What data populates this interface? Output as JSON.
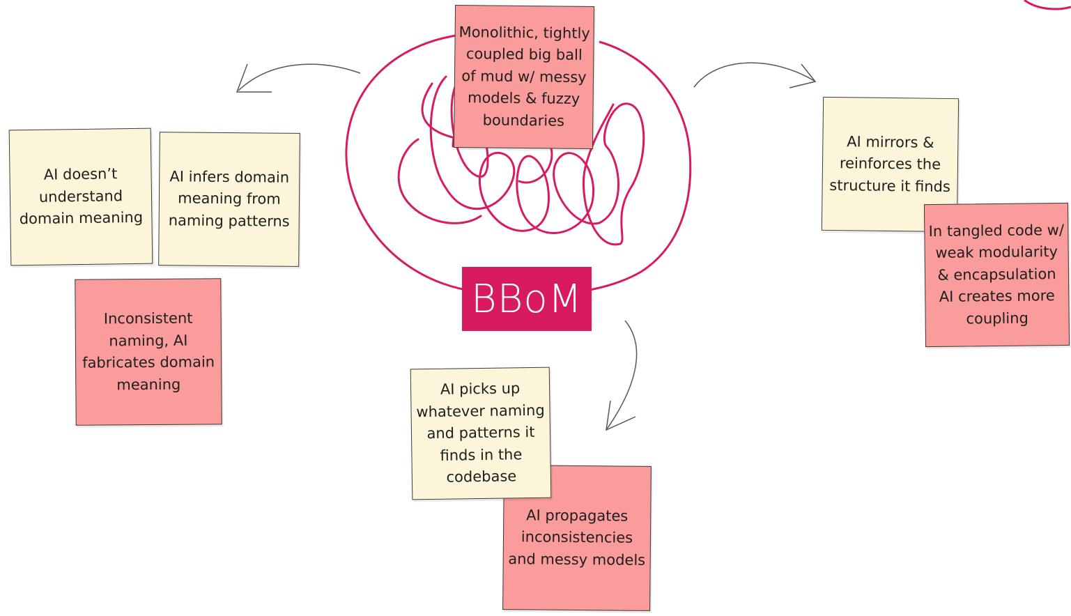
{
  "colors": {
    "accent": "#d81b60",
    "note_yellow": "#fdf5da",
    "note_pink": "#fa9c9c",
    "arrow": "#555555"
  },
  "center": {
    "label": "BBoM",
    "description": "Monolithic, tightly coupled big ball of mud w/ messy models & fuzzy boundaries"
  },
  "left_branch": {
    "note_no_understanding": "AI doesn’t understand domain meaning",
    "note_infers": "AI infers domain meaning from naming patterns",
    "note_inconsistent": "Inconsistent naming, AI fabricates domain meaning"
  },
  "right_branch": {
    "note_mirrors": "AI mirrors & reinforces the structure it finds",
    "note_tangled": "In tangled code w/ weak modularity & encapsulation AI creates more coupling"
  },
  "bottom_branch": {
    "note_picks_up": "AI picks up whatever naming and patterns it finds in the codebase",
    "note_propagates": "AI propagates inconsistencies and messy models"
  }
}
